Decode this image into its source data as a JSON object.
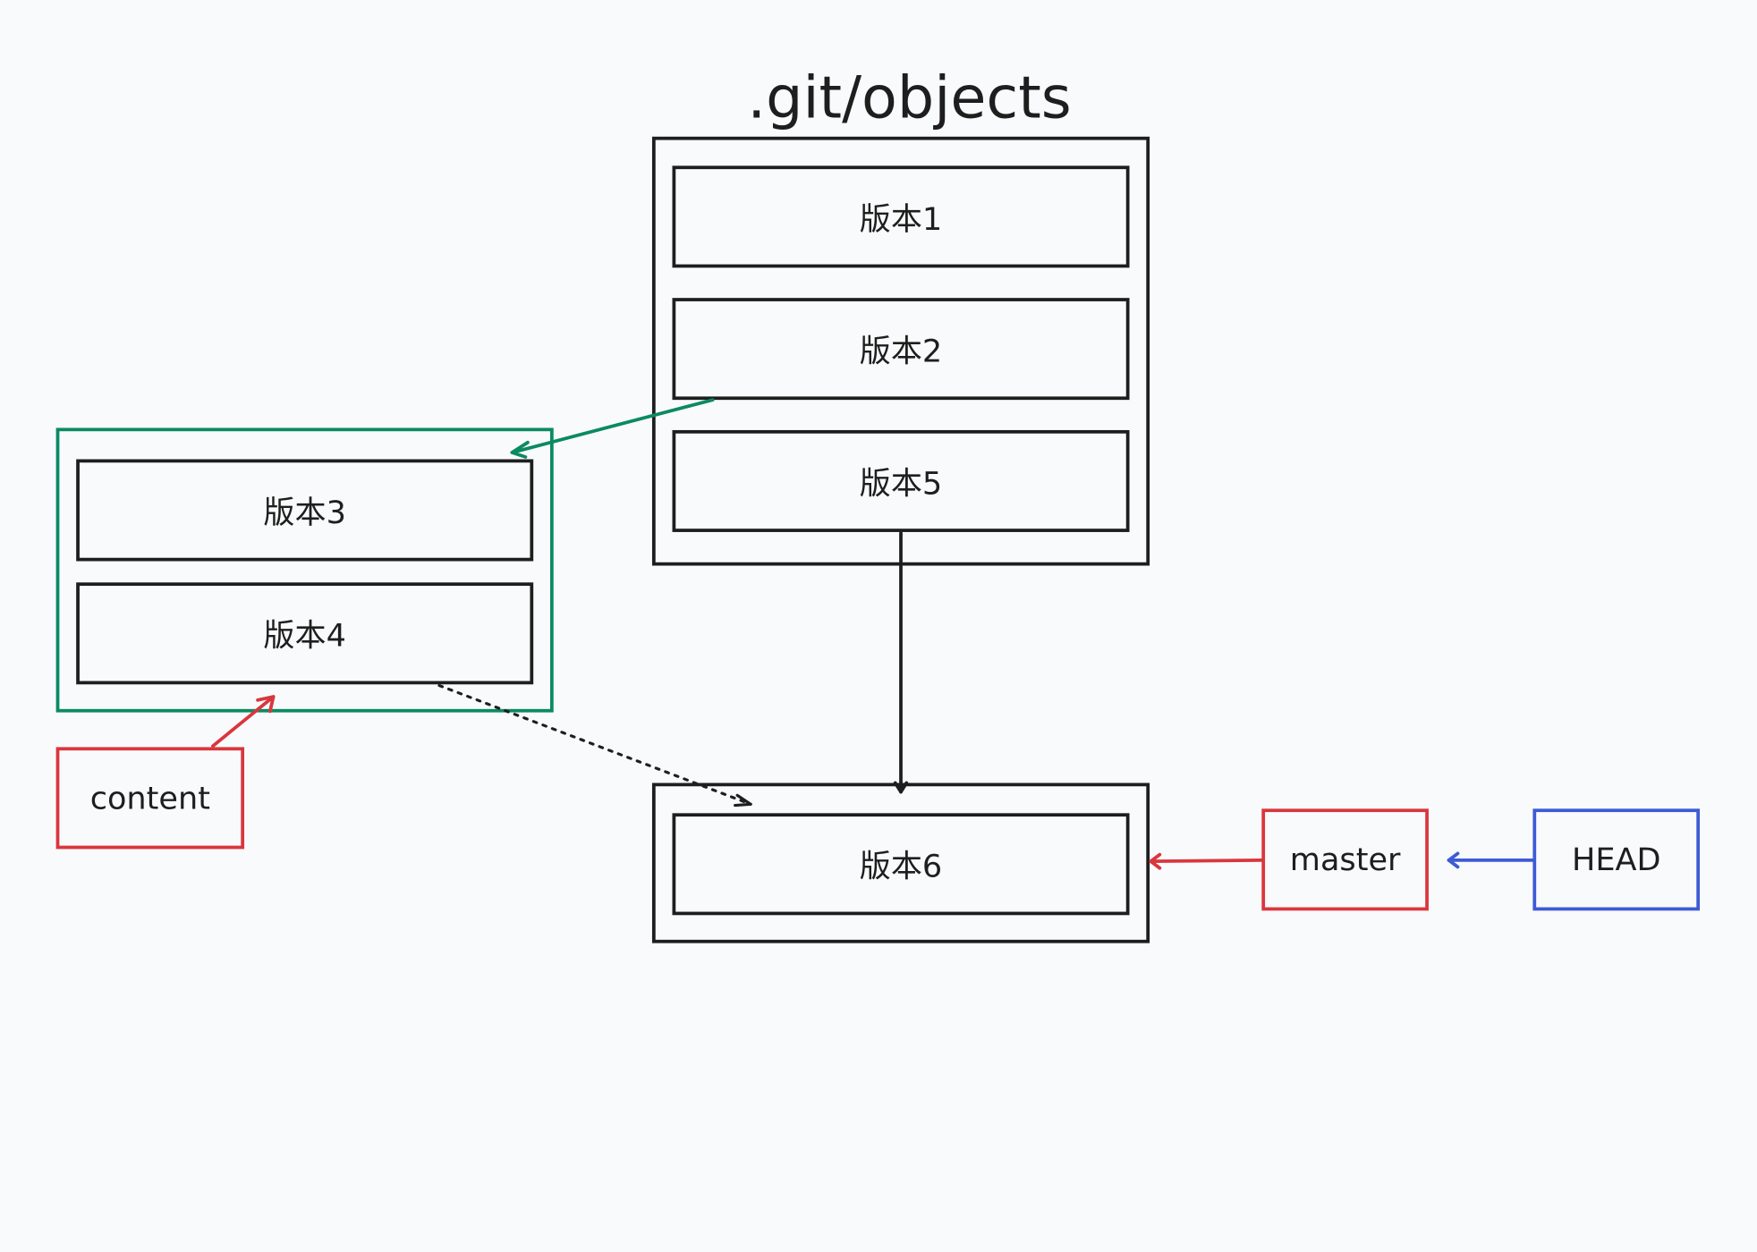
{
  "title": ".git/objects",
  "versions": {
    "v1": "版本1",
    "v2": "版本2",
    "v3": "版本3",
    "v4": "版本4",
    "v5": "版本5",
    "v6": "版本6"
  },
  "refs": {
    "content": "content",
    "master": "master",
    "head": "HEAD"
  },
  "colors": {
    "ink": "#1e1e1e",
    "green": "#0b8a62",
    "red": "#d9363e",
    "blue": "#3d5bd6",
    "background": "#f9fafb"
  }
}
